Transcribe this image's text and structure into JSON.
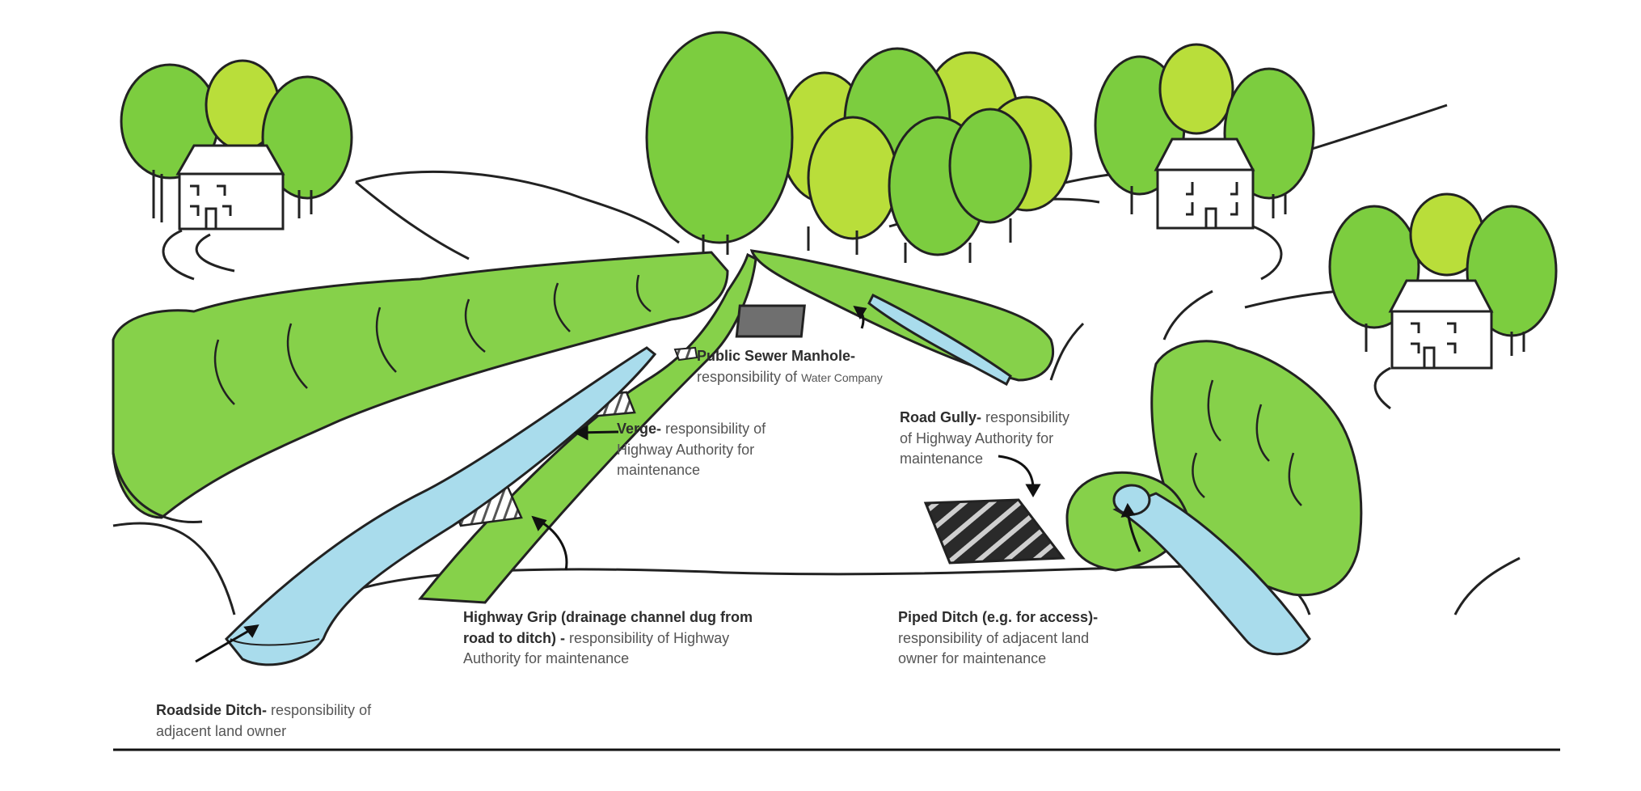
{
  "labels": {
    "manhole": {
      "title": "Public Sewer Manhole-",
      "desc": "responsibility of ",
      "desc_small": "Water Company"
    },
    "verge": {
      "title": "Verge-",
      "desc_line1": " responsibility of",
      "desc_line2": "Highway Authority for",
      "desc_line3": "maintenance"
    },
    "gully": {
      "title": "Road Gully-",
      "desc_line1": " responsibility",
      "desc_line2": "of Highway Authority for",
      "desc_line3": "maintenance"
    },
    "grip": {
      "title_line1": "Highway Grip (drainage channel dug from",
      "title_line2": "road to ditch) -",
      "desc_line2": " responsibility of Highway",
      "desc_line3": "Authority for maintenance"
    },
    "piped": {
      "title": "Piped Ditch (e.g. for access)-",
      "desc_line2": "responsibility of adjacent land",
      "desc_line3": "owner for maintenance"
    },
    "ditch": {
      "title": "Roadside Ditch-",
      "desc_line1": " responsibility of",
      "desc_line2": "adjacent land owner"
    }
  },
  "colors": {
    "tree_green": "#7ccd3f",
    "tree_lime": "#b9de3a",
    "hedge_green": "#86d14a",
    "water_blue": "#a9dcec",
    "outline": "#222222",
    "grate": "#2a2a2a",
    "manhole": "#6f6f6f"
  }
}
